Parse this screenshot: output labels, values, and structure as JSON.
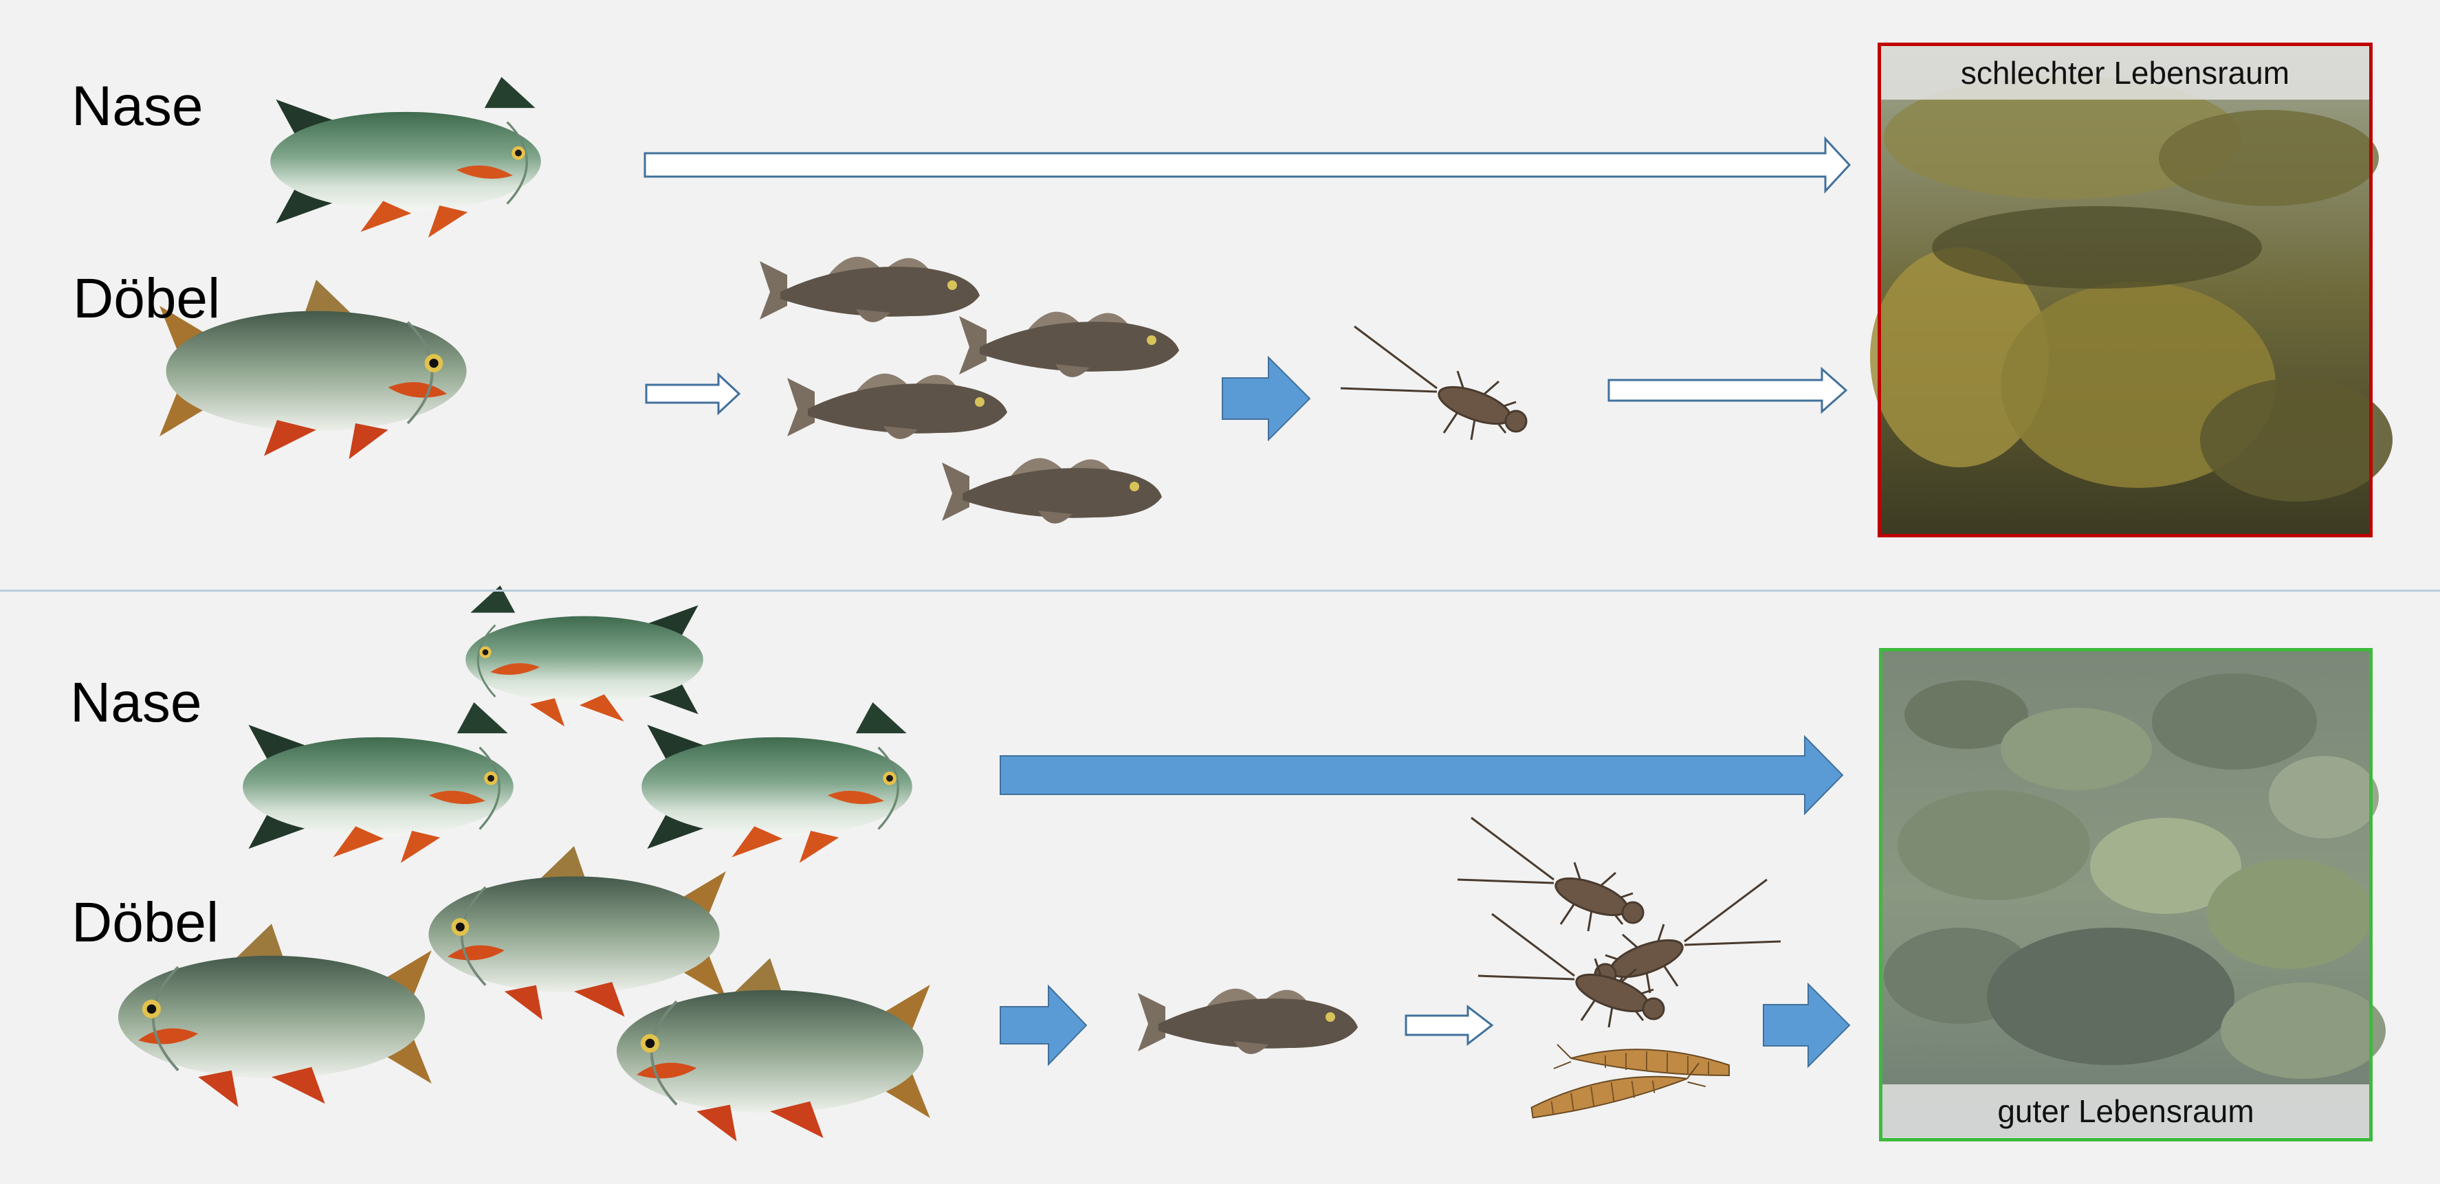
{
  "top_panel": {
    "label_nase": "Nase",
    "label_doebel": "Döbel",
    "habitat_caption": "schlechter Lebensraum",
    "habitat_border_color": "#c00000"
  },
  "bottom_panel": {
    "label_nase": "Nase",
    "label_doebel": "Döbel",
    "habitat_caption": "guter Lebensraum",
    "habitat_border_color": "#3cba3c"
  },
  "colors": {
    "arrow_fill": "#5b9bd5",
    "arrow_outline": "#41719c",
    "background": "#f2f2f2"
  }
}
